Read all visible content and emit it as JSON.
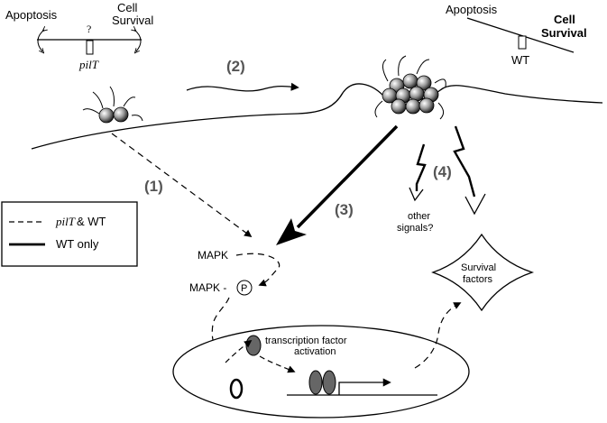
{
  "balance_left": {
    "apoptosis": "Apoptosis",
    "cell_survival_line1": "Cell",
    "cell_survival_line2": "Survival",
    "question": "?",
    "strain": "pilT"
  },
  "balance_right": {
    "apoptosis": "Apoptosis",
    "cell_survival_line1": "Cell",
    "cell_survival_line2": "Survival",
    "strain": "WT"
  },
  "steps": {
    "step1": "(1)",
    "step2": "(2)",
    "step3": "(3)",
    "step4": "(4)"
  },
  "nodes": {
    "mapk": "MAPK",
    "mapk_p_prefix": "MAPK -",
    "phospho": "P",
    "tf_line1": "transcription factor",
    "tf_line2": "activation",
    "other_line1": "other",
    "other_line2": "signals?",
    "survival_line1": "Survival",
    "survival_line2": "factors"
  },
  "legend": {
    "dashed_strain": "pilT",
    "dashed_suffix": "& WT",
    "solid_label": "WT only"
  }
}
